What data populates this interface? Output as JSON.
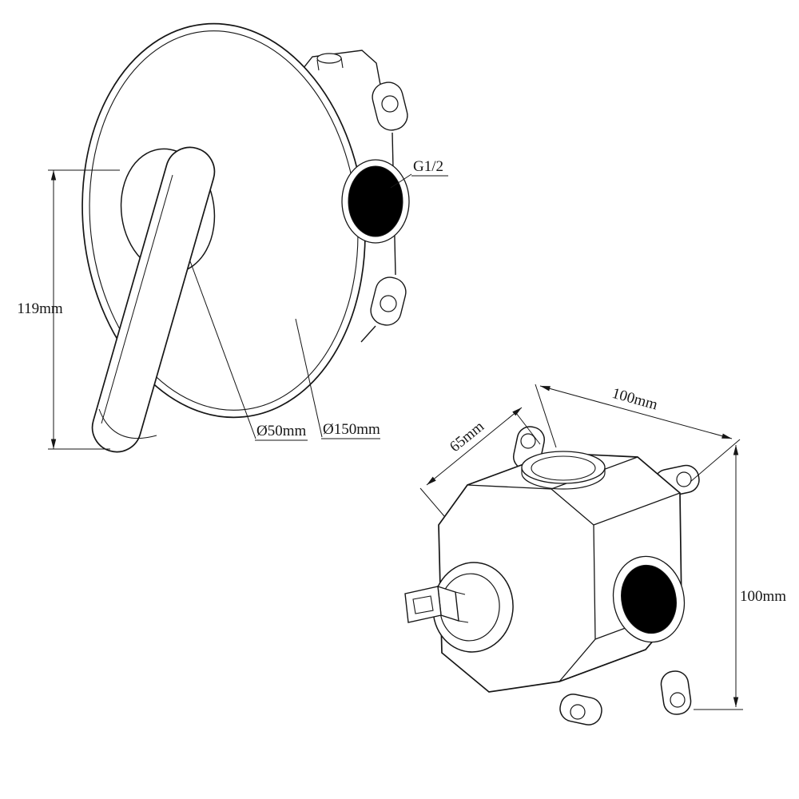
{
  "drawing": {
    "type": "technical-line-drawing",
    "subject": "concealed shower mixer valve - front view and rough-in box isometric view",
    "labels": {
      "lever_length": "119mm",
      "hub_diameter": "Ø50mm",
      "plate_diameter": "Ø150mm",
      "thread": "G1/2",
      "box_depth": "65mm",
      "box_width": "100mm",
      "box_height": "100mm"
    },
    "colors": {
      "line": "#161616",
      "background": "#ffffff",
      "port_fill": "#000000"
    }
  }
}
